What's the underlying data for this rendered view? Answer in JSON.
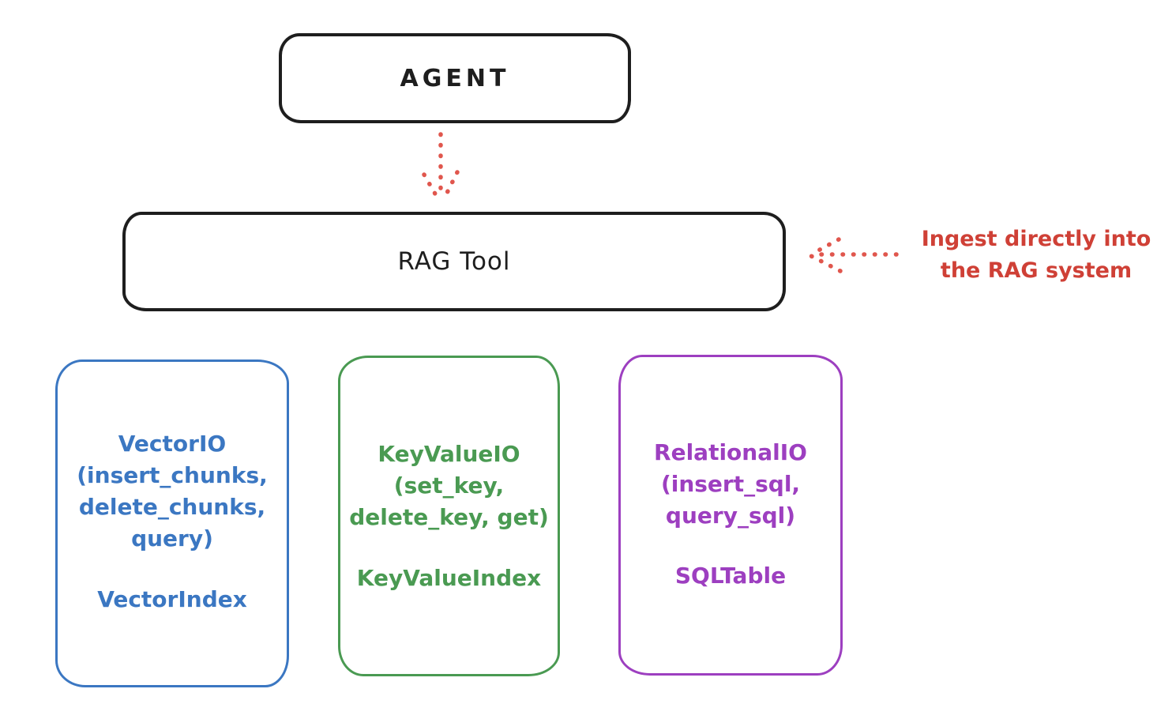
{
  "diagram": {
    "agent_box": {
      "label": "AGENT",
      "border_color": "#1e1e1e"
    },
    "rag_tool_box": {
      "label": "RAG Tool",
      "border_color": "#1e1e1e"
    },
    "annotation": {
      "line1": "Ingest directly into",
      "line2": "the RAG system",
      "color": "#cf4036"
    },
    "arrows": {
      "agent_to_rag": "dotted-down-arrow",
      "annotation_to_rag": "dotted-left-arrow",
      "color": "#e0564d"
    },
    "stores": [
      {
        "name": "vector-io",
        "color": "#3b77c2",
        "lines": [
          "VectorIO",
          "(insert_chunks,",
          "delete_chunks,",
          "query)"
        ],
        "index_label": "VectorIndex"
      },
      {
        "name": "keyvalue-io",
        "color": "#4a9a52",
        "lines": [
          "KeyValueIO",
          "(set_key,",
          "delete_key, get)"
        ],
        "index_label": "KeyValueIndex"
      },
      {
        "name": "relational-io",
        "color": "#9d3fc0",
        "lines": [
          "RelationalIO",
          "(insert_sql,",
          "query_sql)"
        ],
        "index_label": "SQLTable"
      }
    ]
  }
}
